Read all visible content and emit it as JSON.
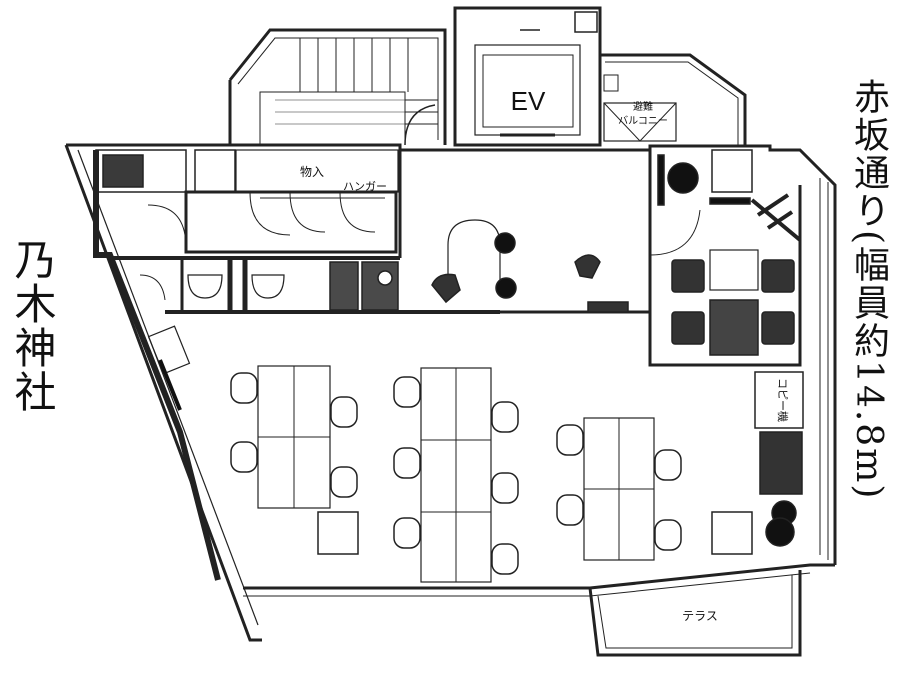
{
  "labels": {
    "ev": "EV",
    "storage": "物入",
    "hanger": "ハンガー",
    "evac_balcony_line1": "避難",
    "evac_balcony_line2": "バルコニー",
    "copy": "コピー機",
    "terrace": "テラス"
  },
  "streets": {
    "nogizaka": "乃木神社",
    "akasaka": "赤坂通り(幅員約14.8m)"
  },
  "colors": {
    "wall": "#1a1a1a",
    "line": "#222222",
    "fill_dark": "#3a3a3a",
    "floor": "#ffffff"
  }
}
